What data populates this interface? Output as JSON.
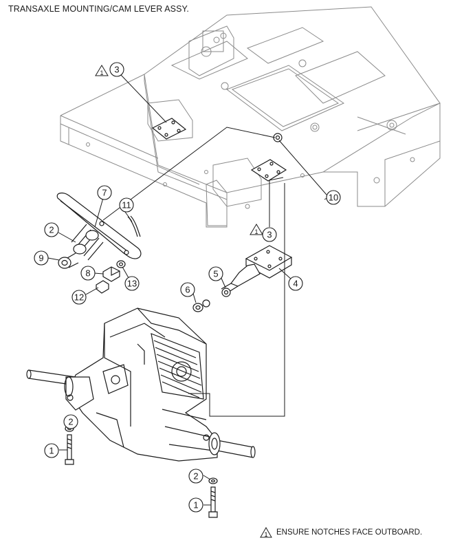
{
  "title": "TRANSAXLE MOUNTING/CAM LEVER ASSY.",
  "note": {
    "symbol_number": "1",
    "text": "ENSURE NOTCHES FACE OUTBOARD."
  },
  "warning_symbol_number": "1",
  "callouts": {
    "frame_bracket_upper": "3",
    "frame_bracket_lower": "3",
    "shifter_lever": "7",
    "cotter_pin": "11",
    "spring_left": "2",
    "bushing_9": "9",
    "bolt_8": "8",
    "washer_13": "13",
    "nut_12": "12",
    "bracket_4": "4",
    "nut_5": "5",
    "nut_6": "6",
    "nut_10": "10",
    "washer_left": "2",
    "bolt_left": "1",
    "washer_right": "2",
    "bolt_right": "1"
  }
}
